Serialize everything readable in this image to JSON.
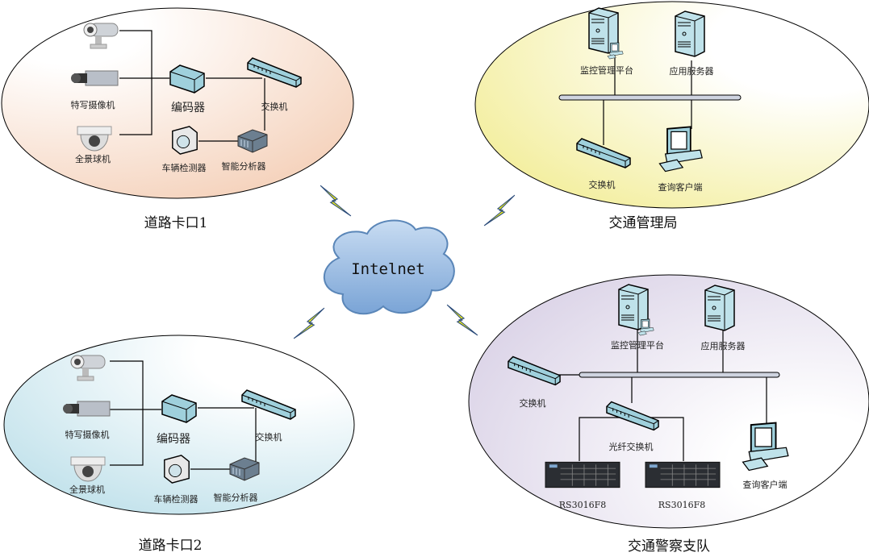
{
  "cloud": {
    "label": "Intelnet",
    "color": "#8fb6e0"
  },
  "zones": {
    "checkpoint1": {
      "title": "道路卡口1",
      "closeup_camera": "特写摄像机",
      "dome_camera": "全景球机",
      "encoder": "编码器",
      "switch": "交换机",
      "detector": "车辆检测器",
      "analyzer": "智能分析器",
      "color": "#f5d3bd"
    },
    "checkpoint2": {
      "title": "道路卡口2",
      "closeup_camera": "特写摄像机",
      "dome_camera": "全景球机",
      "encoder": "编码器",
      "switch": "交换机",
      "detector": "车辆检测器",
      "analyzer": "智能分析器",
      "color": "#c4e3ec"
    },
    "traffic_bureau": {
      "title": "交通管理局",
      "monitor_platform": "监控管理平台",
      "app_server": "应用服务器",
      "switch": "交换机",
      "query_client": "查询客户端",
      "color": "#f3ee9c"
    },
    "police_brigade": {
      "title": "交通警察支队",
      "monitor_platform": "监控管理平台",
      "app_server": "应用服务器",
      "switch": "交换机",
      "fiber_switch": "光纤交换机",
      "storage1": "RS3016F8",
      "storage2": "RS3016F8",
      "query_client": "查询客户端",
      "color": "#d9d1e6"
    }
  }
}
